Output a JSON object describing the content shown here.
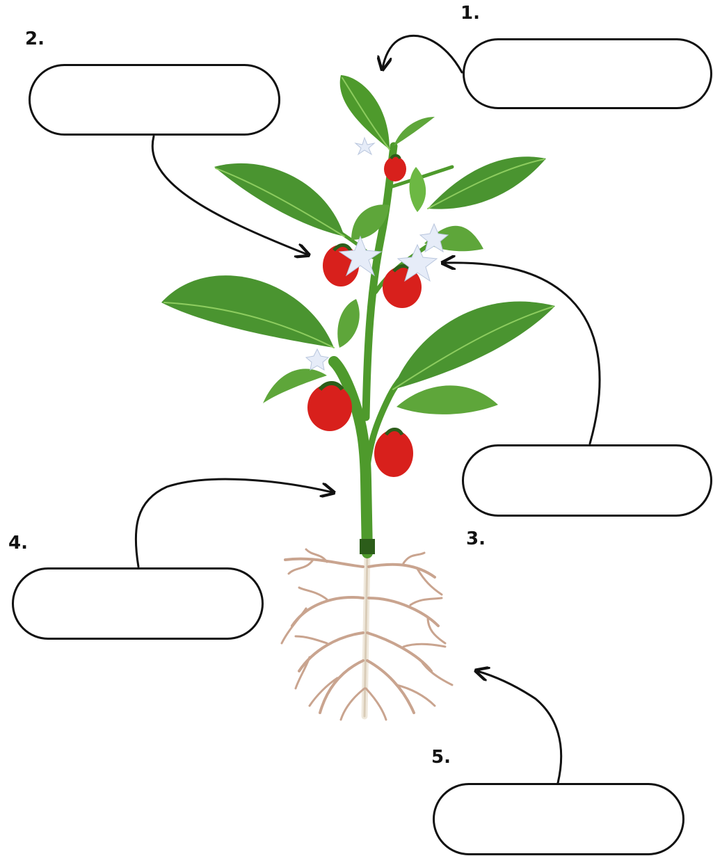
{
  "labels": [
    {
      "number": "1.",
      "answer": ""
    },
    {
      "number": "2.",
      "answer": ""
    },
    {
      "number": "3.",
      "answer": ""
    },
    {
      "number": "4.",
      "answer": ""
    },
    {
      "number": "5.",
      "answer": ""
    }
  ],
  "colors": {
    "line": "#111111",
    "leaf_dark": "#3f8a2e",
    "leaf_light": "#6cb843",
    "stem": "#4e9a2c",
    "pepper": "#d8201c",
    "flower": "#e6ecf8",
    "root": "#c9a48f"
  }
}
